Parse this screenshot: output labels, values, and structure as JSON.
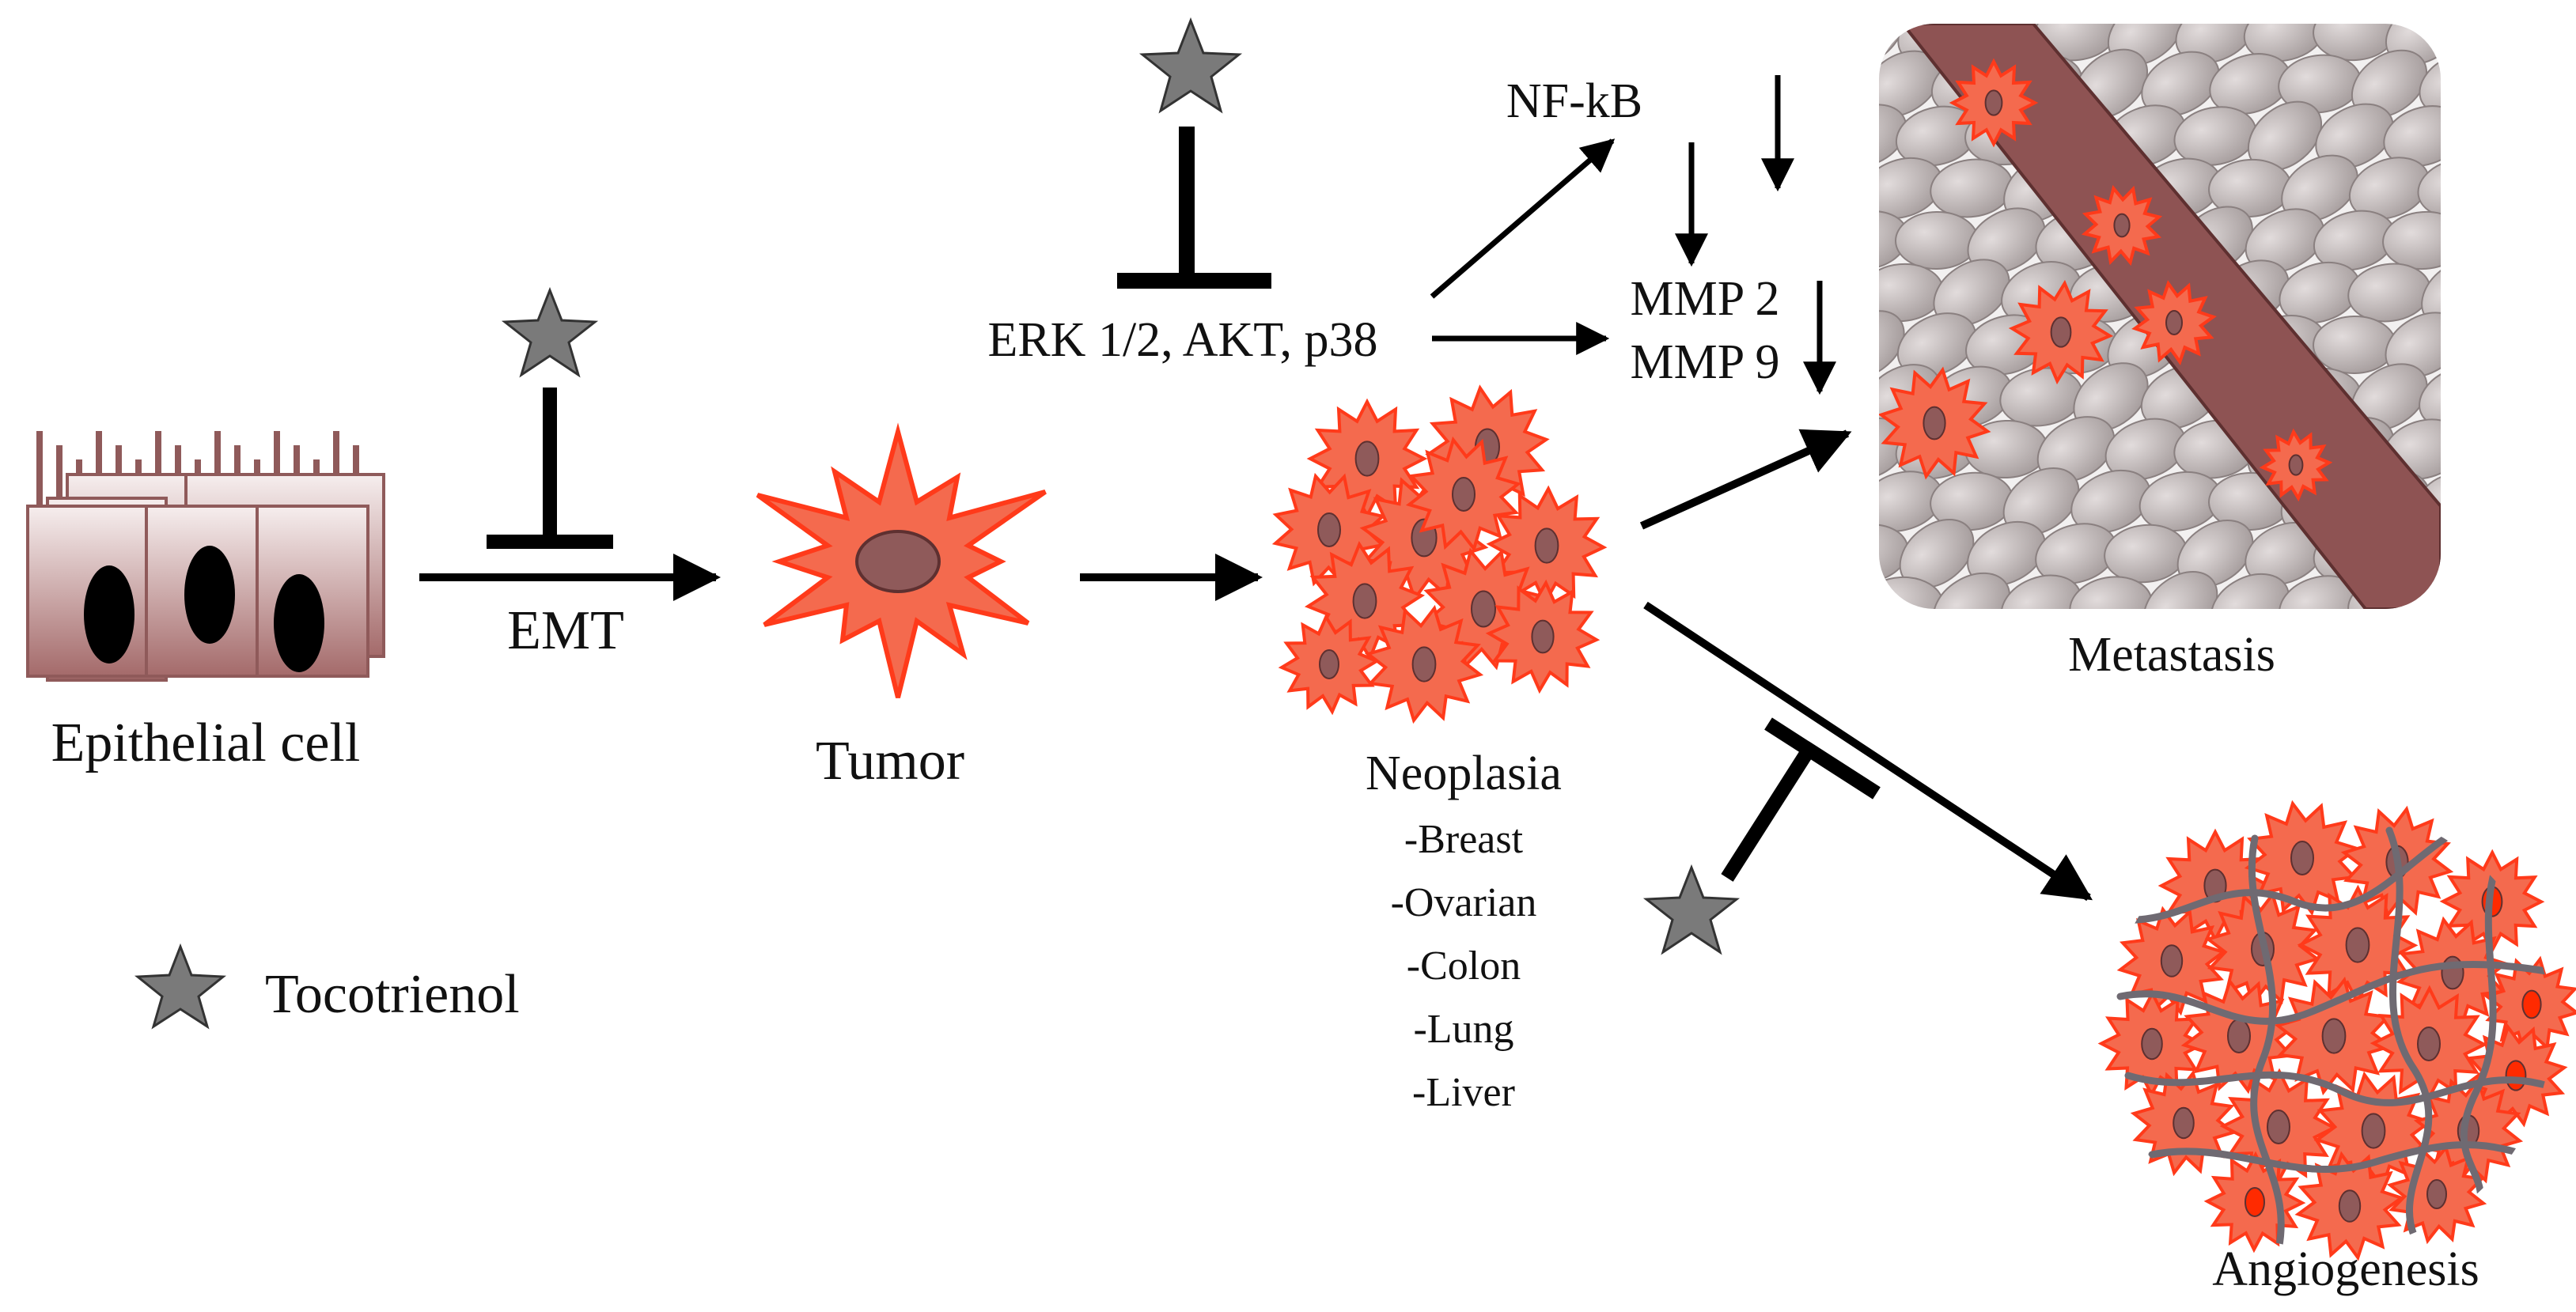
{
  "labels": {
    "epithelial": "Epithelial cell",
    "emt": "EMT",
    "tumor": "Tumor",
    "erk": "ERK 1/2, AKT, p38",
    "nfkb": "NF-kB",
    "mmp2": "MMP 2",
    "mmp9": "MMP 9",
    "neoplasia": "Neoplasia",
    "metastasis": "Metastasis",
    "angiogenesis": "Angiogenesis",
    "legend": "Tocotrienol"
  },
  "cancer_types": [
    "-Breast",
    "-Ovarian",
    "-Colon",
    "-Lung",
    "-Liver"
  ],
  "colors": {
    "tumor_fill": "#f46a4e",
    "tumor_stroke": "#ff3a1a",
    "nucleus": "#8f5a5a",
    "epithelial_top": "#f4ecec",
    "epithelial_bottom": "#a76a6a",
    "vessel": "#8e5353",
    "tissue_cell": "#b8b0b0",
    "star": "#777777",
    "arrow": "#000000"
  },
  "icons": {
    "inhibitor": "tocotrienol-star-icon",
    "tumor": "tumor-cell-icon"
  }
}
